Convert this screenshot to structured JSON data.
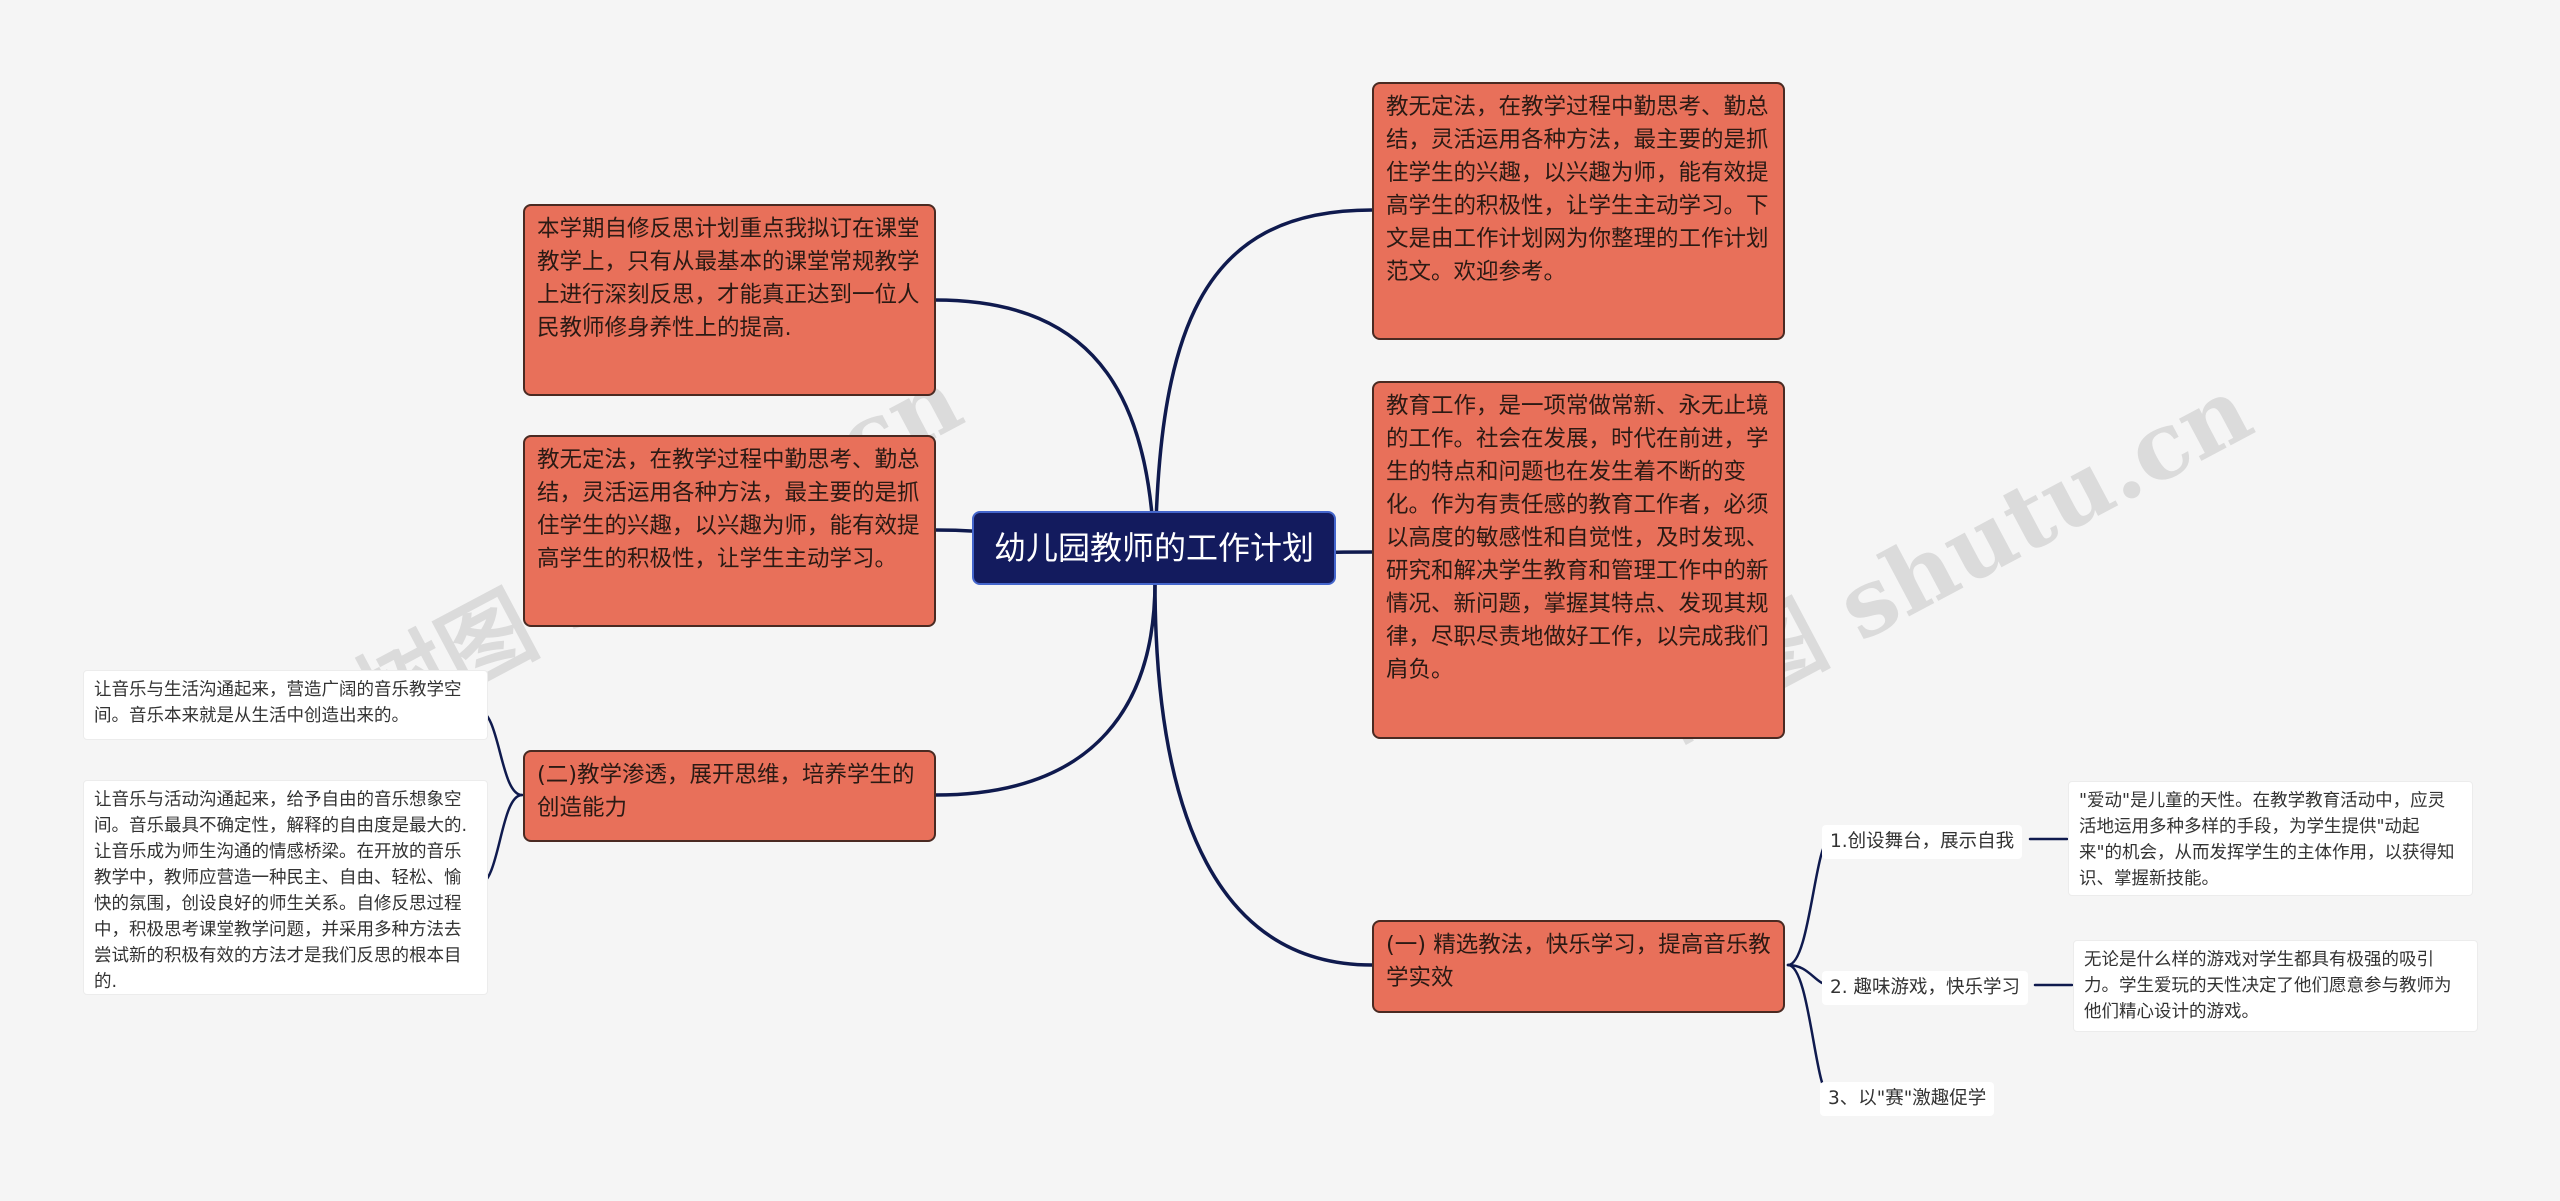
{
  "watermark": {
    "left_text": "树图 shutu.cn",
    "right_text": "树图 shutu.cn"
  },
  "colors": {
    "root_bg": "#131b5e",
    "node_bg": "#e8705a",
    "link": "#0f1a4e",
    "canvas_bg": "#f5f5f5"
  },
  "root": {
    "title": "幼儿园教师的工作计划"
  },
  "left_nodes": [
    {
      "text": "本学期自修反思计划重点我拟订在课堂教学上，只有从最基本的课堂常规教学上进行深刻反思，才能真正达到一位人民教师修身养性上的提高."
    },
    {
      "text": "教无定法，在教学过程中勤思考、勤总结，灵活运用各种方法，最主要的是抓住学生的兴趣，以兴趣为师，能有效提高学生的积极性，让学生主动学习。"
    },
    {
      "text": "(二)教学渗透，展开思维，培养学生的创造能力",
      "leaves": [
        "让音乐与生活沟通起来，营造广阔的音乐教学空间。音乐本来就是从生活中创造出来的。",
        "让音乐与活动沟通起来，给予自由的音乐想象空间。音乐最具不确定性，解释的自由度是最大的.让音乐成为师生沟通的情感桥梁。在开放的音乐教学中，教师应营造一种民主、自由、轻松、愉快的氛围，创设良好的师生关系。自修反思过程中，积极思考课堂教学问题，并采用多种方法去尝试新的积极有效的方法才是我们反思的根本目的."
      ]
    }
  ],
  "right_nodes": [
    {
      "text": "教无定法，在教学过程中勤思考、勤总结，灵活运用各种方法，最主要的是抓住学生的兴趣，以兴趣为师，能有效提高学生的积极性，让学生主动学习。下文是由工作计划网为你整理的工作计划范文。欢迎参考。"
    },
    {
      "text": "教育工作，是一项常做常新、永无止境的工作。社会在发展，时代在前进，学生的特点和问题也在发生着不断的变化。作为有责任感的教育工作者，必须以高度的敏感性和自觉性，及时发现、研究和解决学生教育和管理工作中的新情况、新问题，掌握其特点、发现其规律，尽职尽责地做好工作，以完成我们肩负。"
    },
    {
      "text": "(一) 精选教法，快乐学习，提高音乐教学实效",
      "subs": [
        {
          "label": "1.创设舞台，展示自我",
          "detail": "\"爱动\"是儿童的天性。在教学教育活动中，应灵活地运用多种多样的手段，为学生提供\"动起来\"的机会，从而发挥学生的主体作用，以获得知识、掌握新技能。"
        },
        {
          "label": "2. 趣味游戏，快乐学习",
          "detail": "无论是什么样的游戏对学生都具有极强的吸引力。学生爱玩的天性决定了他们愿意参与教师为他们精心设计的游戏。"
        },
        {
          "label": "3、以\"赛\"激趣促学",
          "detail": ""
        }
      ]
    }
  ]
}
